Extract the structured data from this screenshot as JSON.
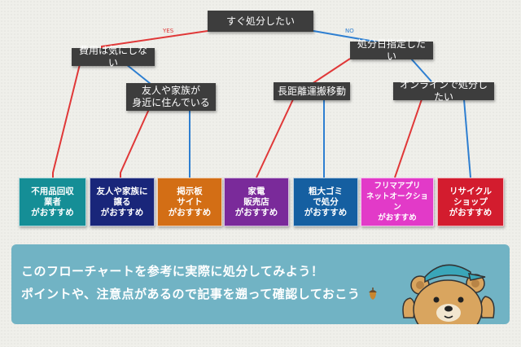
{
  "colors": {
    "question_bg": "#3d3d3d",
    "yes_line": "#e03838",
    "no_line": "#2e7fd1",
    "panel_bg": "#71b3c4",
    "answers": [
      "#158e96",
      "#19267a",
      "#d36e15",
      "#7a2a9a",
      "#155fa1",
      "#e23ac8",
      "#d31c2e"
    ]
  },
  "flow": {
    "root": "すぐ処分したい",
    "yes_label": "YES",
    "no_label": "NO",
    "q_fee": "費用は気にしない",
    "q_friends": "友人や家族が\n身近に住んでいる",
    "q_date": "処分日指定したい",
    "q_longdistance": "長距離運搬移動",
    "q_online": "オンラインで処分したい",
    "answers": [
      "不用品回収\n業者\nがおすすめ",
      "友人や家族に\n譲る\nがおすすめ",
      "掲示板\nサイト\nがおすすめ",
      "家電\n販売店\nがおすすめ",
      "粗大ゴミ\nで処分\nがおすすめ",
      "フリマアプリ\nネットオークション\nがおすすめ",
      "リサイクル\nショップ\nがおすすめ"
    ]
  },
  "footer": {
    "line1": "このフローチャートを参考に実際に処分してみよう！",
    "line2": "ポイントや、注意点があるので記事を遡って確認しておこう"
  },
  "icons": {
    "leaf": "acorn-icon",
    "mascot": "bear-mascot-icon"
  }
}
